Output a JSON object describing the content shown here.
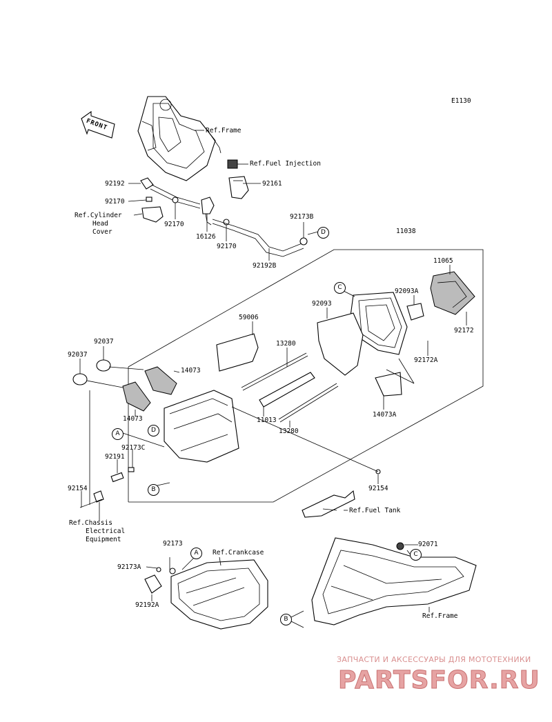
{
  "code": "E1130",
  "front_label": "FRONT",
  "labels": {
    "ref_frame_top": "Ref.Frame",
    "ref_fuel_injection": "Ref.Fuel Injection",
    "p92192": "92192",
    "p92161": "92161",
    "p92170_a": "92170",
    "ref_cyl_1": "Ref.Cylinder",
    "ref_cyl_2": "Head",
    "ref_cyl_3": "Cover",
    "p92170_b": "92170",
    "p16126": "16126",
    "p92170_c": "92170",
    "p92173b": "92173B",
    "p92192b": "92192B",
    "p11038": "11038",
    "p11065": "11065",
    "p92093a": "92093A",
    "p92093": "92093",
    "p59006": "59006",
    "p92172": "92172",
    "p92037_a": "92037",
    "p92037_b": "92037",
    "p13280_a": "13280",
    "p14073_a": "14073",
    "p92172a": "92172A",
    "p14073_b": "14073",
    "p11013": "11013",
    "p14073a": "14073A",
    "p13280_b": "13280",
    "p92173c": "92173C",
    "p92191": "92191",
    "p92154_a": "92154",
    "p92154_b": "92154",
    "ref_fuel_tank": "Ref.Fuel Tank",
    "ref_chassis_1": "Ref.Chassis",
    "ref_chassis_2": "Electrical",
    "ref_chassis_3": "Equipment",
    "p92173": "92173",
    "ref_crankcase": "Ref.Crankcase",
    "p92071": "92071",
    "p92173a": "92173A",
    "p92192a": "92192A",
    "ref_frame_bottom": "Ref.Frame"
  },
  "callouts": {
    "d_top": "D",
    "c_top": "C",
    "a_mid": "A",
    "d_mid": "D",
    "b_mid": "B",
    "a_bottom": "A",
    "c_bottom": "C",
    "b_bottom": "B"
  },
  "watermark": {
    "line1": "ЗАПЧАСТИ И АКСЕССУАРЫ ДЛЯ МОТОТЕХНИКИ",
    "line2": "PARTSFOR.RU"
  }
}
